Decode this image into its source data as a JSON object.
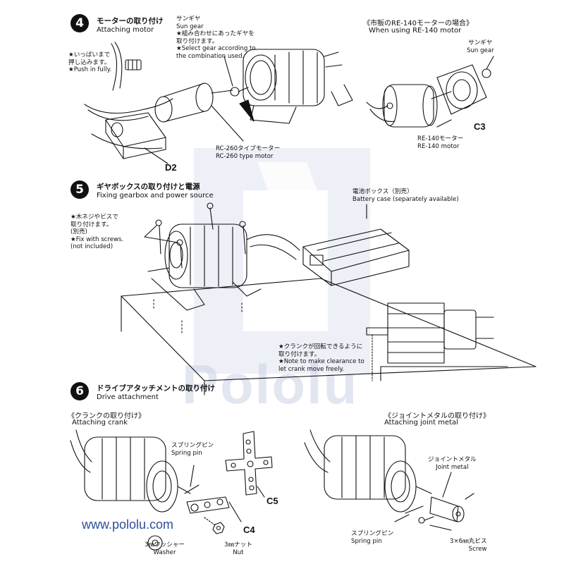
{
  "watermark": {
    "text": "Pololu",
    "url": "www.pololu.com"
  },
  "step4": {
    "number": "4",
    "title_ja": "モーターの取り付け",
    "title_en": "Attaching motor",
    "push_note_ja_1": "★いっぱいまで",
    "push_note_ja_2": "押し込みます。",
    "push_note_en": "★Push in fully.",
    "sun_gear_ja": "サンギヤ",
    "sun_gear_en": "Sun gear",
    "gear_note_ja_1": "★組み合わせにあったギヤを",
    "gear_note_ja_2": "取り付けます。",
    "gear_note_en_1": "★Select gear according to",
    "gear_note_en_2": "the combination used.",
    "motor_ja": "RC-260タイプモーター",
    "motor_en": "RC-260 type motor",
    "part_d2": "D2",
    "alt_title_ja": "《市販のRE-140モーターの場合》",
    "alt_title_en": "When using RE-140 motor",
    "alt_sun_gear_ja": "サンギヤ",
    "alt_sun_gear_en": "Sun gear",
    "part_c3": "C3",
    "alt_motor_ja": "RE-140モーター",
    "alt_motor_en": "RE-140 motor"
  },
  "step5": {
    "number": "5",
    "title_ja": "ギヤボックスの取り付けと電源",
    "title_en": "Fixing gearbox and power source",
    "screw_note_ja_1": "★木ネジやビスで",
    "screw_note_ja_2": "取り付けます。",
    "screw_note_ja_3": "(別売)",
    "screw_note_en_1": "★Fix with screws.",
    "screw_note_en_2": "(not included)",
    "battery_ja": "電池ボックス（別売）",
    "battery_en": "Battery case (separately available)",
    "clearance_ja_1": "★クランクが回転できるように",
    "clearance_ja_2": "取り付けます。",
    "clearance_en_1": "★Note to make clearance to",
    "clearance_en_2": "let crank move freely."
  },
  "step6": {
    "number": "6",
    "title_ja": "ドライブアタッチメントの取り付け",
    "title_en": "Drive attachment",
    "crank_title_ja": "《クランクの取り付け》",
    "crank_title_en": "Attaching crank",
    "spring_pin_ja": "スプリングピン",
    "spring_pin_en": "Spring pin",
    "part_c5": "C5",
    "part_c4": "C4",
    "washer_ja": "3㎜ワッシャー",
    "washer_en": "Washer",
    "nut_ja": "3㎜ナット",
    "nut_en": "Nut",
    "joint_title_ja": "《ジョイントメタルの取り付け》",
    "joint_title_en": "Attaching joint metal",
    "joint_metal_ja": "ジョイントメタル",
    "joint_metal_en": "Joint metal",
    "spring_pin2_ja": "スプリングピン",
    "spring_pin2_en": "Spring pin",
    "screw_ja": "3×6㎜丸ビス",
    "screw_en": "Screw"
  }
}
